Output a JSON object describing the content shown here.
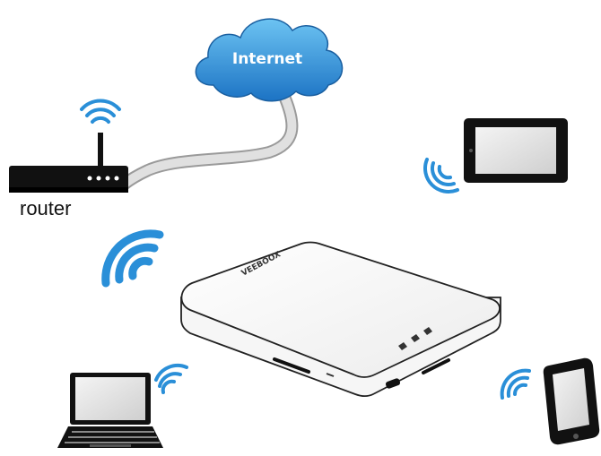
{
  "cloud": {
    "label": "Internet",
    "color": "#2f8fd6"
  },
  "router": {
    "label": "router"
  },
  "hub": {
    "brand": "VEEBOOX"
  },
  "colors": {
    "wifi_signal": "#2a8fd8",
    "device_dark": "#111111",
    "cable": "#c8c8c8"
  },
  "icons": [
    "cloud-icon",
    "router-icon",
    "wifi-signal-icon",
    "tablet-icon",
    "laptop-icon",
    "smartphone-icon",
    "wireless-storage-hub-icon"
  ]
}
